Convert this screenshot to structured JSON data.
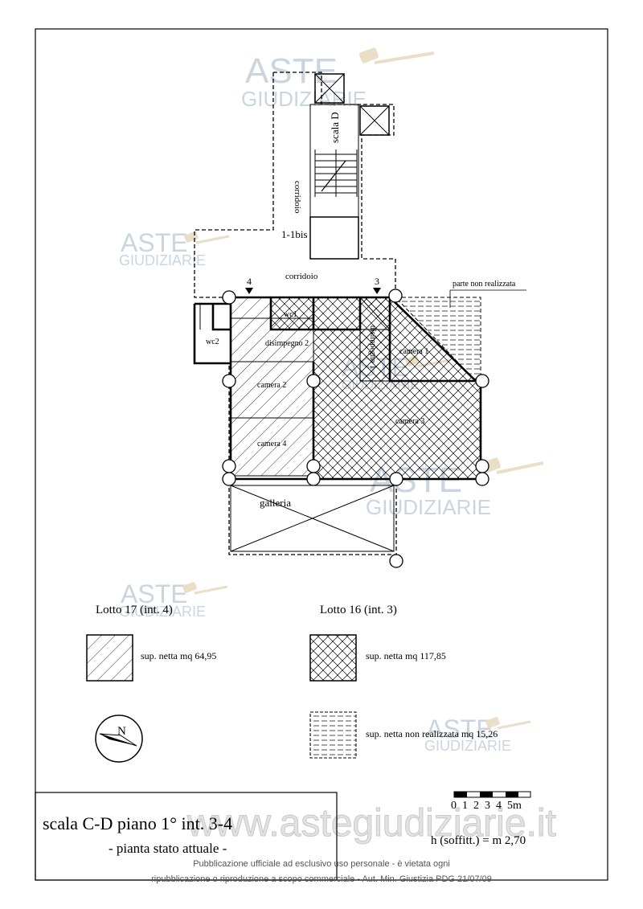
{
  "watermark": {
    "brand_top": "ASTE",
    "brand_bottom": "GIUDIZIARIE",
    "site": "www.astegiudiziarie.it"
  },
  "plan": {
    "rooms": {
      "scala": "scala D",
      "corridoio_vertical": "corridoio",
      "corridoio_horizontal": "corridoio",
      "ref_1_1bis": "1-1bis",
      "marker_4": "4",
      "marker_3": "3",
      "wc1": "wc1",
      "wc2": "wc2",
      "disimpegno2": "disimpegno 2",
      "disimpegno1": "disimpegno 1",
      "camera1": "camera 1",
      "camera2": "camera 2",
      "camera3": "camera 3",
      "camera4": "camera 4",
      "galleria": "galleria",
      "parte_non_realizzata": "parte non realizzata"
    }
  },
  "legend": {
    "lotto17": "Lotto 17 (int. 4)",
    "lotto16": "Lotto 16 (int. 3)",
    "sup17": "sup. netta mq 64,95",
    "sup16": "sup. netta mq 117,85",
    "sup_non": "sup. netta non realizzata mq 15,26",
    "north": "N"
  },
  "scale": {
    "ticks": "0  1  2  3  4  5m",
    "height": "h (soffitt.) = m 2,70"
  },
  "title_block": {
    "title": "scala C-D piano 1° int. 3-4",
    "subtitle": "- pianta stato attuale -"
  },
  "footer": {
    "line1": "Pubblicazione ufficiale ad esclusivo uso personale - è vietata ogni",
    "line2": "ripubblicazione o riproduzione a scopo commerciale - Aut. Min. Giustizia PDG 21/07/09"
  }
}
